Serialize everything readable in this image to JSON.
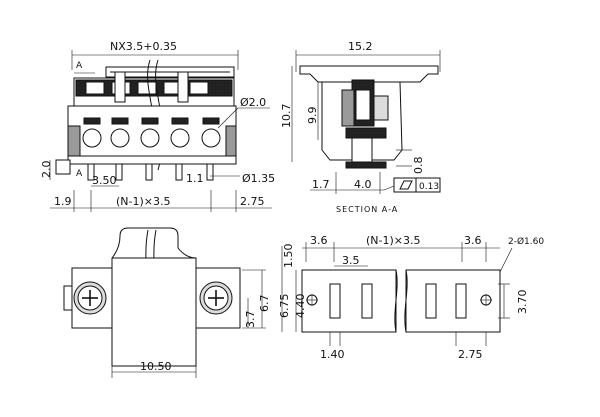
{
  "front_view": {
    "total_width": "NX3.5+0.35",
    "section_mark_top": "A",
    "section_mark_bottom": "A",
    "pitch_label": "3.50",
    "pin_height": "2.0",
    "left_margin": "1.9",
    "pitch_formula": "(N-1)×3.5",
    "right_margin": "2.75",
    "hole_diameter": "Ø2.0",
    "pin_width": "1.1",
    "pin_diameter": "Ø1.35"
  },
  "section_view": {
    "width": "15.2",
    "height_total": "10.7",
    "height_inner": "9.9",
    "pin_offset": "1.7",
    "pin_length": "4.0",
    "pin_thickness": "0.8",
    "flatness": "0.13",
    "caption": "SECTION A-A"
  },
  "top_view": {
    "width": "10.50",
    "flange_height": "6.7",
    "screw_offset": "3.7"
  },
  "footprint": {
    "offset_left": "3.6",
    "pitch_formula": "(N-1)×3.5",
    "offset_right": "3.6",
    "hole_spec": "2-Ø1.60",
    "row_height_top": "1.50",
    "pitch": "3.5",
    "height_total": "6.75",
    "height_inner": "4.40",
    "hole_height": "3.70",
    "slot_width": "1.40",
    "edge_offset": "2.75"
  }
}
